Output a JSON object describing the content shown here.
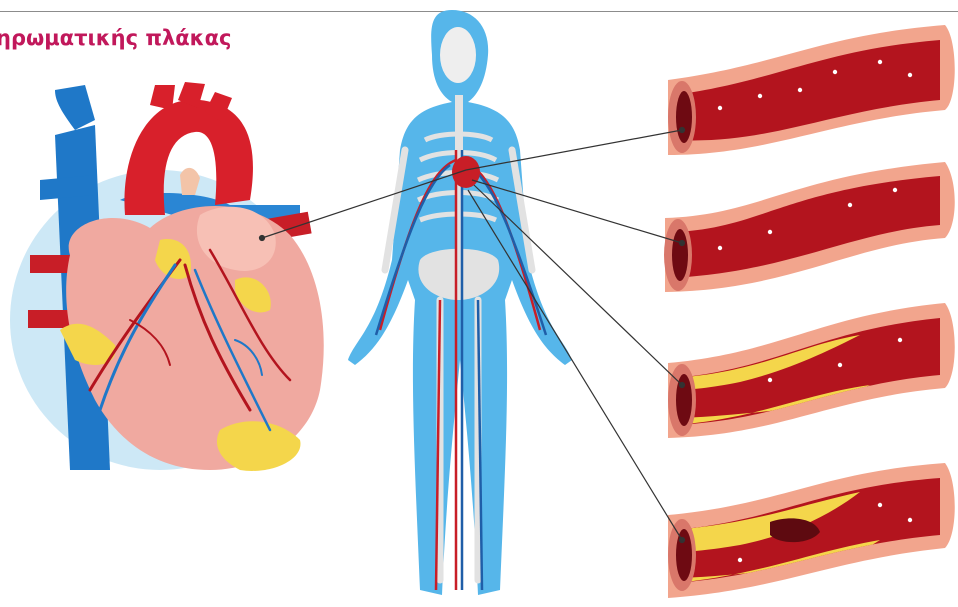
{
  "title": {
    "text": "ηρωματικής πλάκας"
  },
  "colors": {
    "title": "#c1185b",
    "artery_wall": "#f2a58d",
    "artery_wall_dark": "#d9776a",
    "blood": "#b3141e",
    "lumen": "#8e0f18",
    "plaque": "#f4d64b",
    "vein_blue": "#1f78c8",
    "aorta_red": "#d8202b",
    "skin_blue": "#56b6ea",
    "halo_blue": "#cde8f6",
    "heart_pink": "#f0a9a0",
    "skeleton": "#e2e2e2",
    "leader_line": "#333333"
  },
  "vessel_stages": [
    {
      "stage": "normal",
      "plaque_level": 0.0
    },
    {
      "stage": "narrowed",
      "plaque_level": 0.0
    },
    {
      "stage": "early-plaque",
      "plaque_level": 0.35
    },
    {
      "stage": "advanced-plaque",
      "plaque_level": 0.7
    }
  ]
}
